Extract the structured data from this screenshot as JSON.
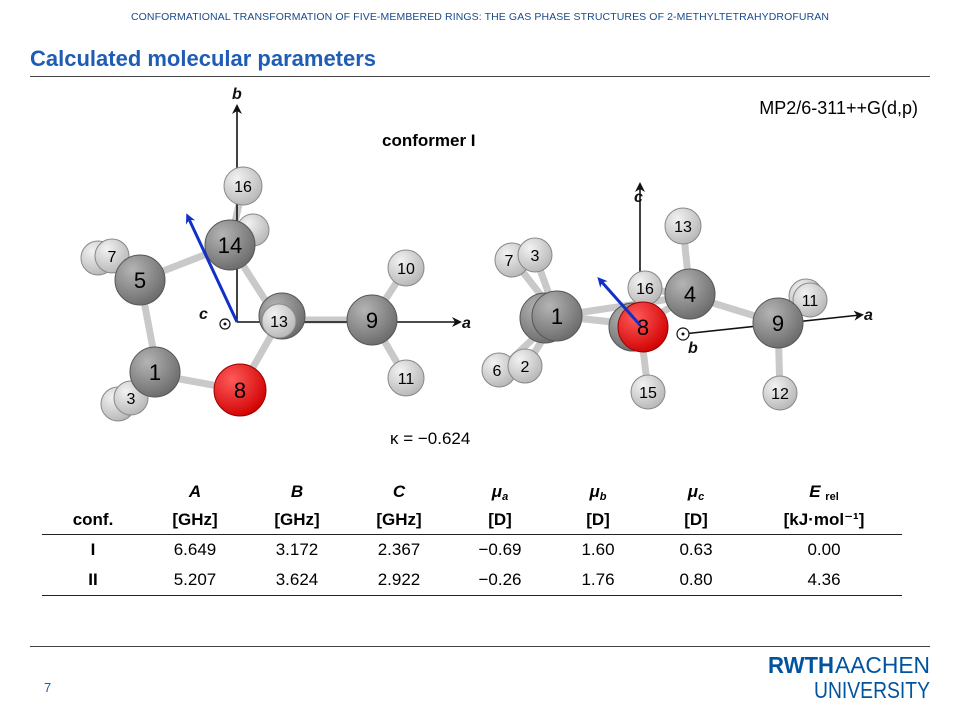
{
  "header": "CONFORMATIONAL TRANSFORMATION OF FIVE-MEMBERED RINGS: THE GAS PHASE STRUCTURES OF 2-METHYLTETRAHYDROFURAN",
  "title": "Calculated molecular parameters",
  "method": "MP2/6-311++G(d,p)",
  "conformer_label": "conformer I",
  "kappa": "κ = −0.624",
  "axes": {
    "a": "a",
    "b": "b",
    "c": "c"
  },
  "table": {
    "header_symbols": [
      "",
      "A",
      "B",
      "C",
      "μ",
      "μ",
      "μ",
      "E"
    ],
    "header_subs": [
      "",
      "",
      "",
      "",
      "a",
      "b",
      "c",
      "rel"
    ],
    "header_units": [
      "conf.",
      "[GHz]",
      "[GHz]",
      "[GHz]",
      "[D]",
      "[D]",
      "[D]",
      "[kJ·mol⁻¹]"
    ],
    "rows": [
      [
        "I",
        "6.649",
        "3.172",
        "2.367",
        "−0.69",
        "1.60",
        "0.63",
        "0.00"
      ],
      [
        "II",
        "5.207",
        "3.624",
        "2.922",
        "−0.26",
        "1.76",
        "0.80",
        "4.36"
      ]
    ]
  },
  "page_number": "7",
  "logo": {
    "line1a": "RWTH",
    "line1b": "AACHEN",
    "line2": "UNIVERSITY"
  },
  "colors": {
    "accent": "#1f5db5",
    "oxygen": "#e8101a",
    "carbon": "#7d7d7d",
    "hydrogen": "#c8c8c8",
    "dipole": "#1230c8"
  },
  "molecule_left_atoms": [
    "16",
    "14",
    "7",
    "5",
    "13",
    "9",
    "10",
    "11",
    "1",
    "3",
    "8"
  ],
  "molecule_right_atoms": [
    "13",
    "7",
    "3",
    "16",
    "4",
    "11",
    "9",
    "1",
    "8",
    "6",
    "2",
    "15",
    "12"
  ]
}
